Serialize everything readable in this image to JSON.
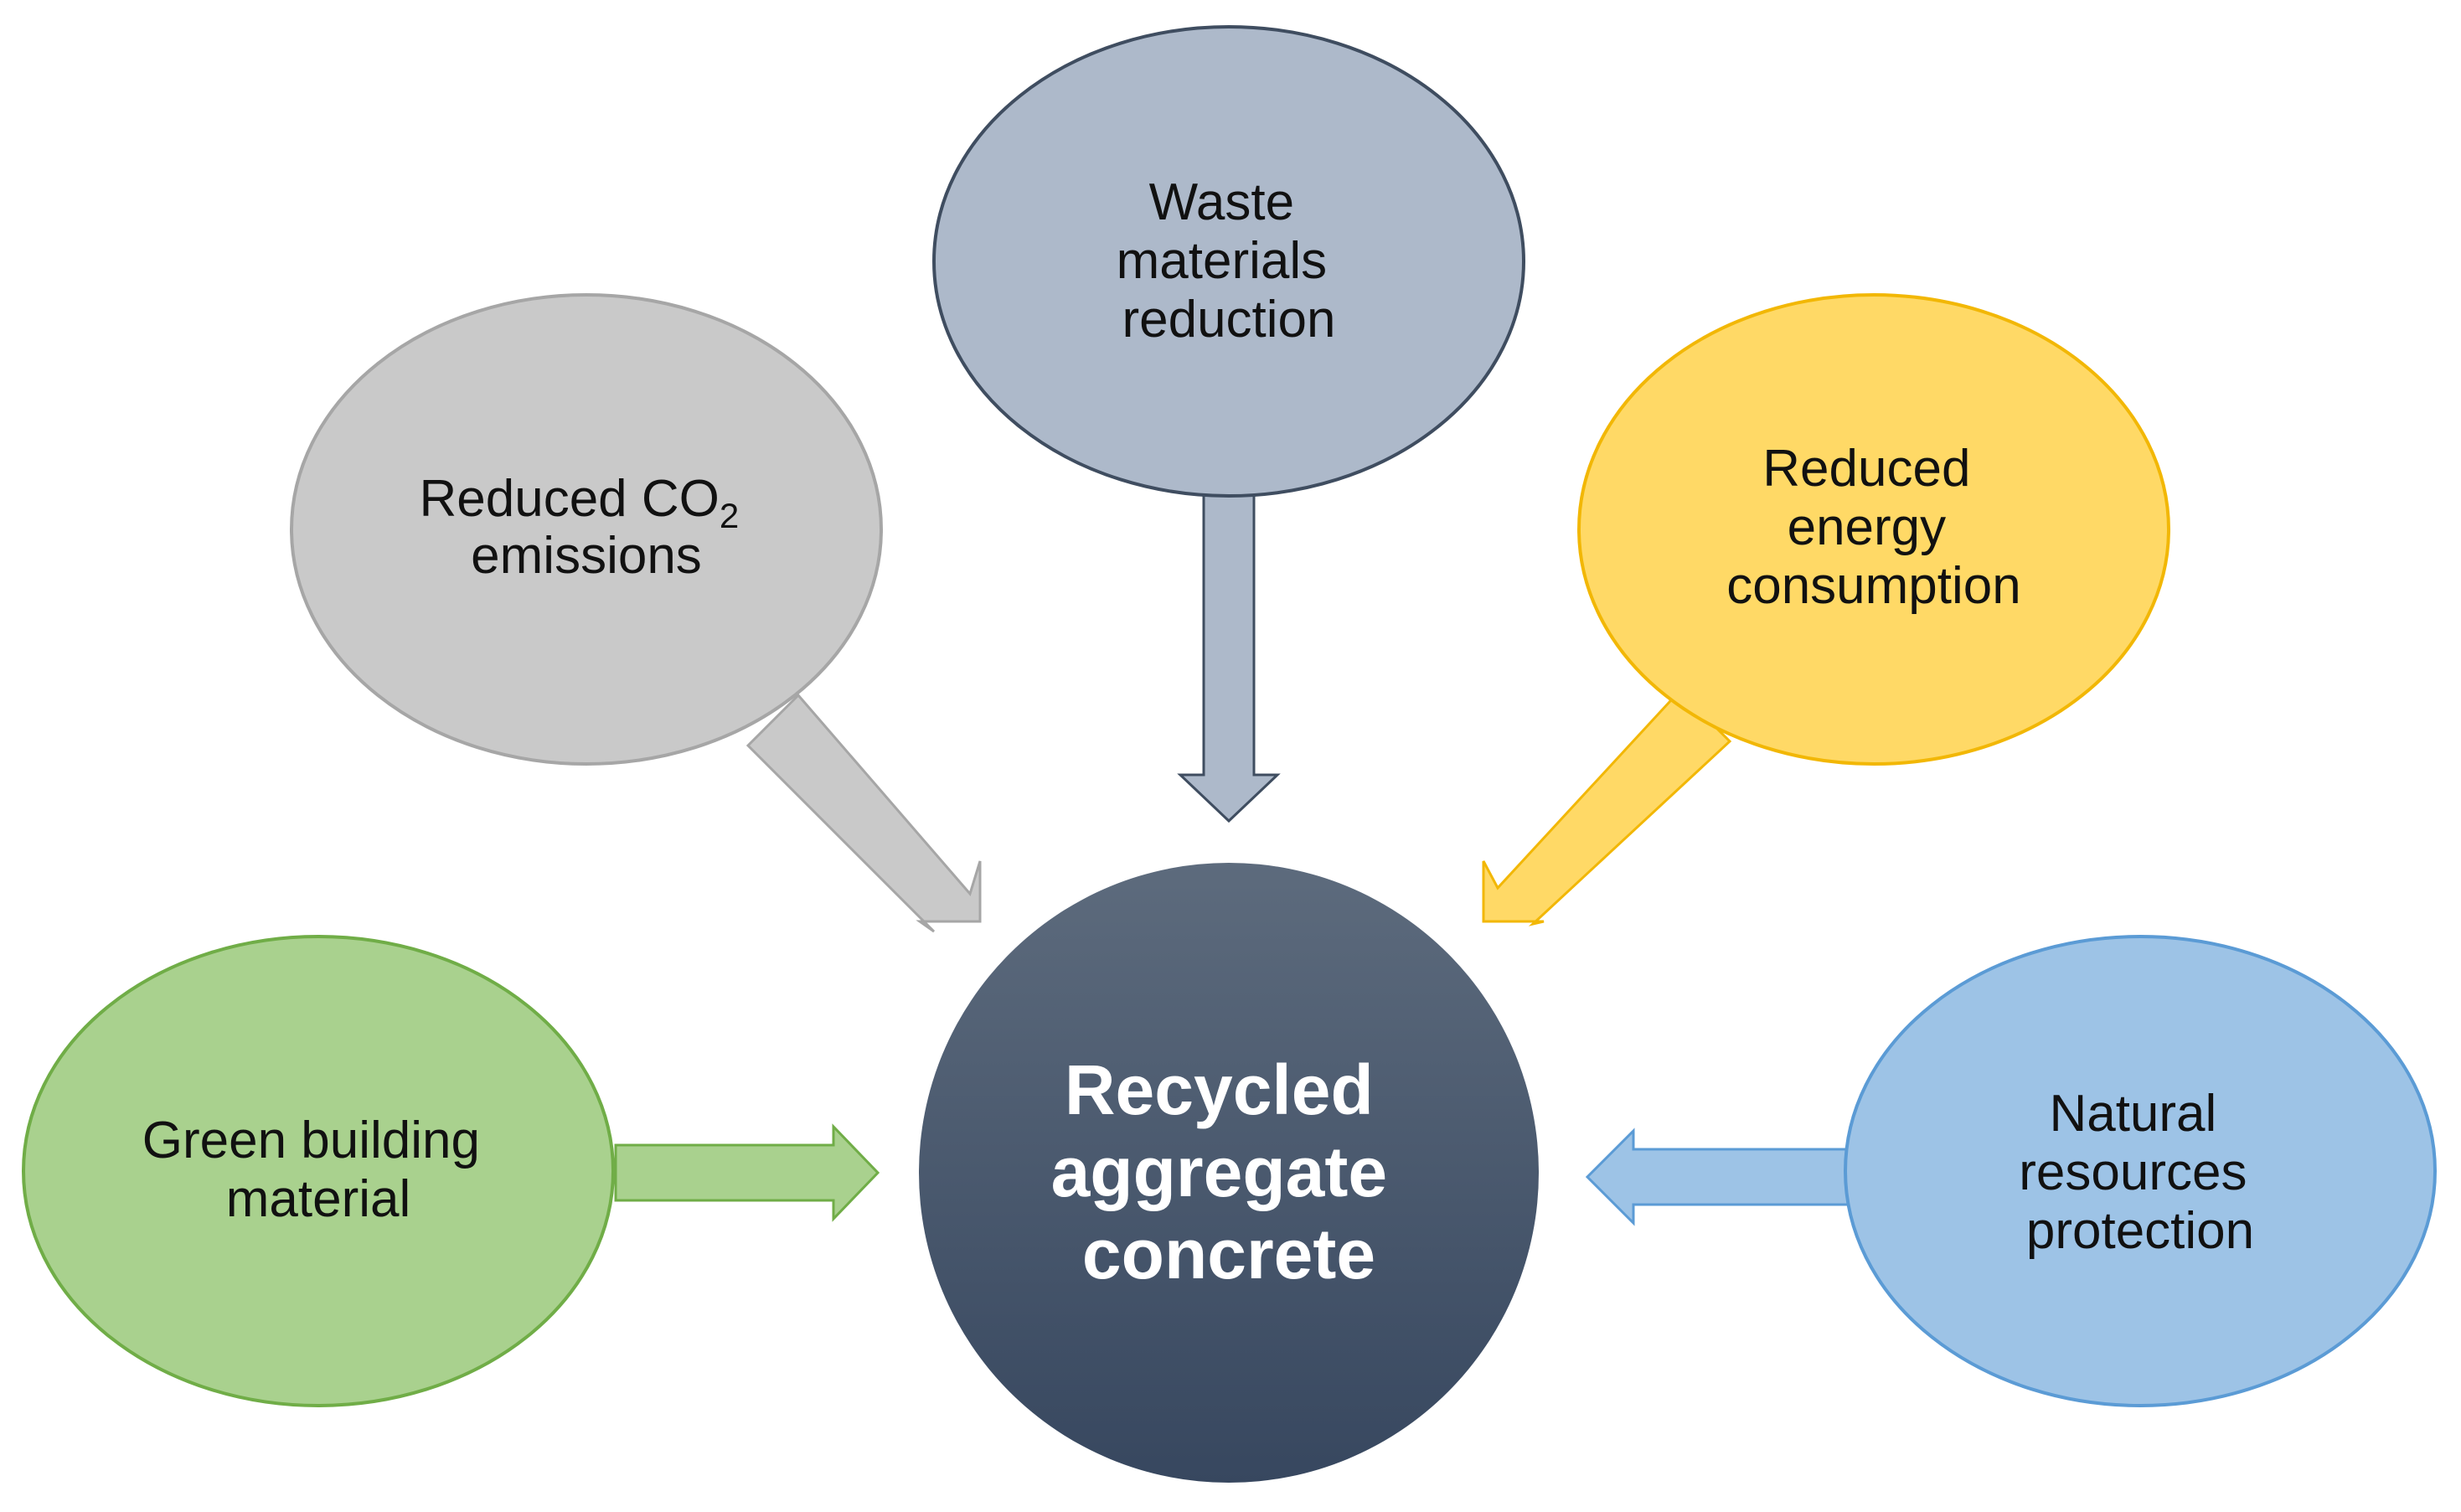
{
  "center": {
    "lines": [
      "Recycled",
      "aggregate",
      "concrete"
    ],
    "fill_top": "#5d6b7d",
    "fill_bottom": "#37475f",
    "text_color": "#ffffff"
  },
  "nodes": [
    {
      "id": "waste",
      "lines": [
        "Waste",
        "materials",
        "reduction"
      ],
      "fill": "#adb9ca",
      "stroke": "#3f4d60"
    },
    {
      "id": "co2",
      "line1_main": "Reduced CO",
      "line1_sub": "2",
      "line2": "emissions",
      "fill": "#c9c9c9",
      "stroke": "#a6a6a6"
    },
    {
      "id": "energy",
      "lines": [
        "Reduced",
        "energy",
        "consumption"
      ],
      "fill": "#ffd966",
      "stroke": "#f2b705"
    },
    {
      "id": "green",
      "lines": [
        "Green building",
        "material"
      ],
      "fill": "#a9d18e",
      "stroke": "#70ad47"
    },
    {
      "id": "natural",
      "lines": [
        "Natural",
        "resources",
        "protection"
      ],
      "fill": "#9dc3e6",
      "stroke": "#5b9bd5"
    }
  ]
}
